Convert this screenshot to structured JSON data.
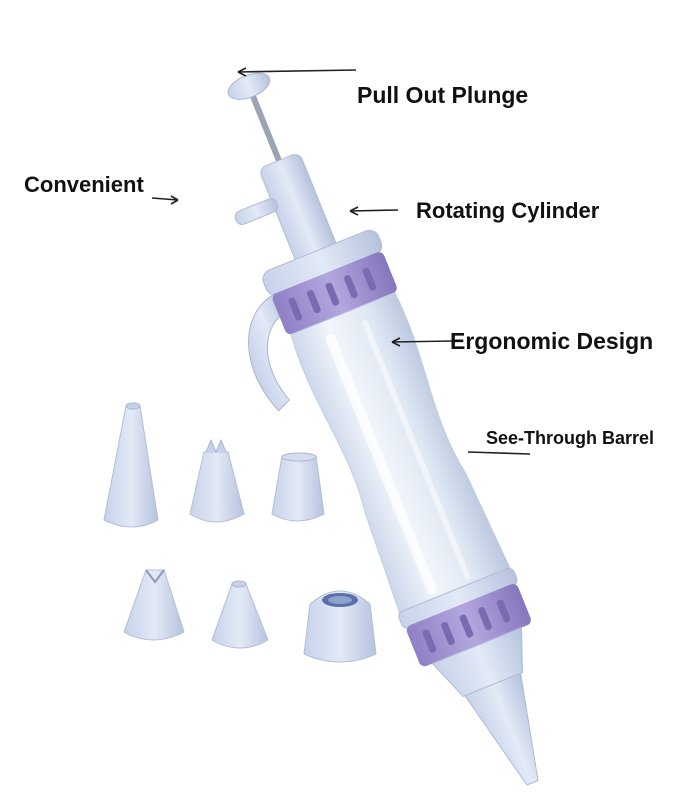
{
  "labels": {
    "plunger": "Pull Out Plunge",
    "convenient": "Convenient",
    "rotating": "Rotating Cylinder",
    "ergonomic": "Ergonomic Design",
    "barrel": "See-Through Barrel"
  },
  "colors": {
    "body": "#d9e2f3",
    "body_shade": "#b7c3dc",
    "accent_purple": "#a99bd6",
    "accent_purple_dark": "#8c7cc4",
    "barrel": "#e6edf6",
    "text": "#111111",
    "pointer": "#222222"
  },
  "nozzles": [
    {
      "name": "round-tip-nozzle"
    },
    {
      "name": "star-tip-nozzle"
    },
    {
      "name": "flat-tip-nozzle"
    },
    {
      "name": "leaf-tip-nozzle"
    },
    {
      "name": "small-round-nozzle"
    },
    {
      "name": "cap-nozzle"
    }
  ]
}
